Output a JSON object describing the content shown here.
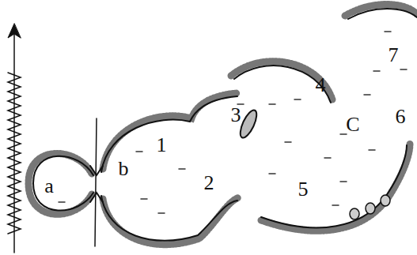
{
  "diagram": {
    "labels": [
      "a",
      "b",
      "1",
      "2",
      "3",
      "4",
      "C",
      "5",
      "6",
      "7"
    ]
  }
}
